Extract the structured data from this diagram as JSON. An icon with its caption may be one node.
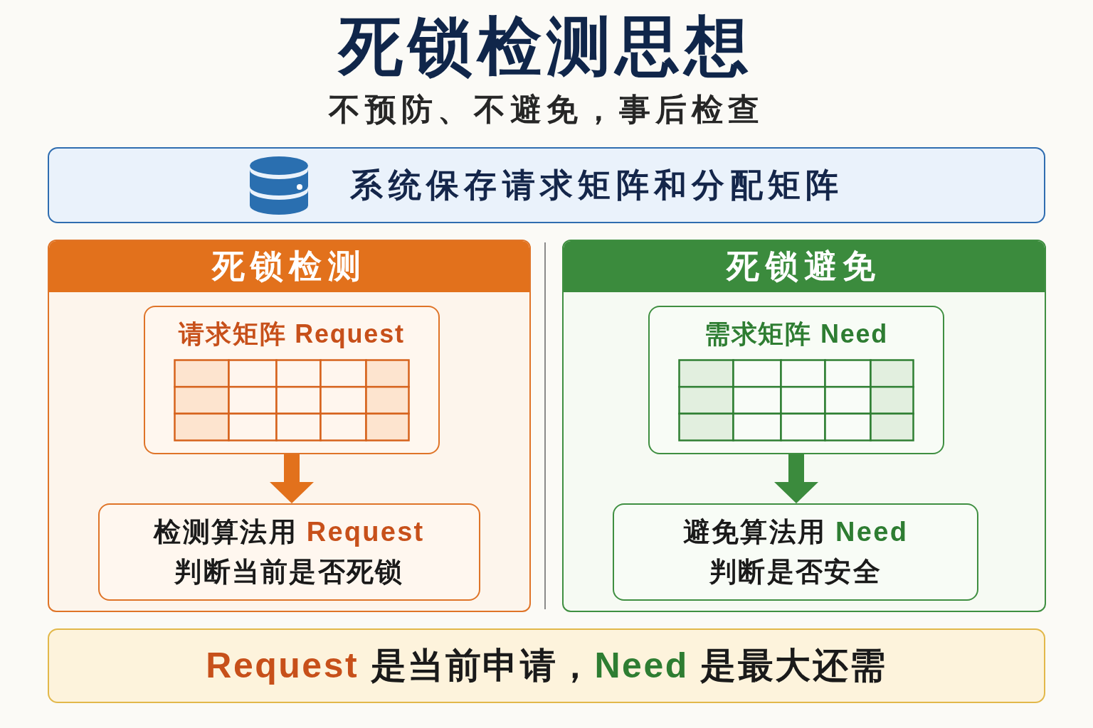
{
  "diagram": {
    "title": "死锁检测思想",
    "nodes": [
      {
        "text": [
          "系统保存请求矩阵和分配矩阵"
        ]
      },
      {
        "text": [
          "死锁检测"
        ]
      },
      {
        "text": [
          "请求矩阵 Request"
        ],
        "in": 1
      },
      {
        "text": [
          "检测算法用 Request判断当前是否死锁"
        ],
        "in": 1
      },
      {
        "text": [
          "死锁避免"
        ]
      },
      {
        "text": [
          "需求矩阵 Need"
        ],
        "in": 4
      },
      {
        "text": [
          "避免算法用 Need判断是否安全"
        ],
        "in": 4
      },
      {
        "text": [
          "Request 是当前申请，Need 是最大还需"
        ]
      }
    ],
    "edges": [
      {
        "from": 2,
        "to": 3,
        "arrow": "to",
        "color": "#e2711c"
      },
      {
        "from": 5,
        "to": 6,
        "arrow": "to",
        "color": "#3b8b3d"
      }
    ],
    "labels": [
      "不预防、不避免，事后检查"
    ]
  }
}
